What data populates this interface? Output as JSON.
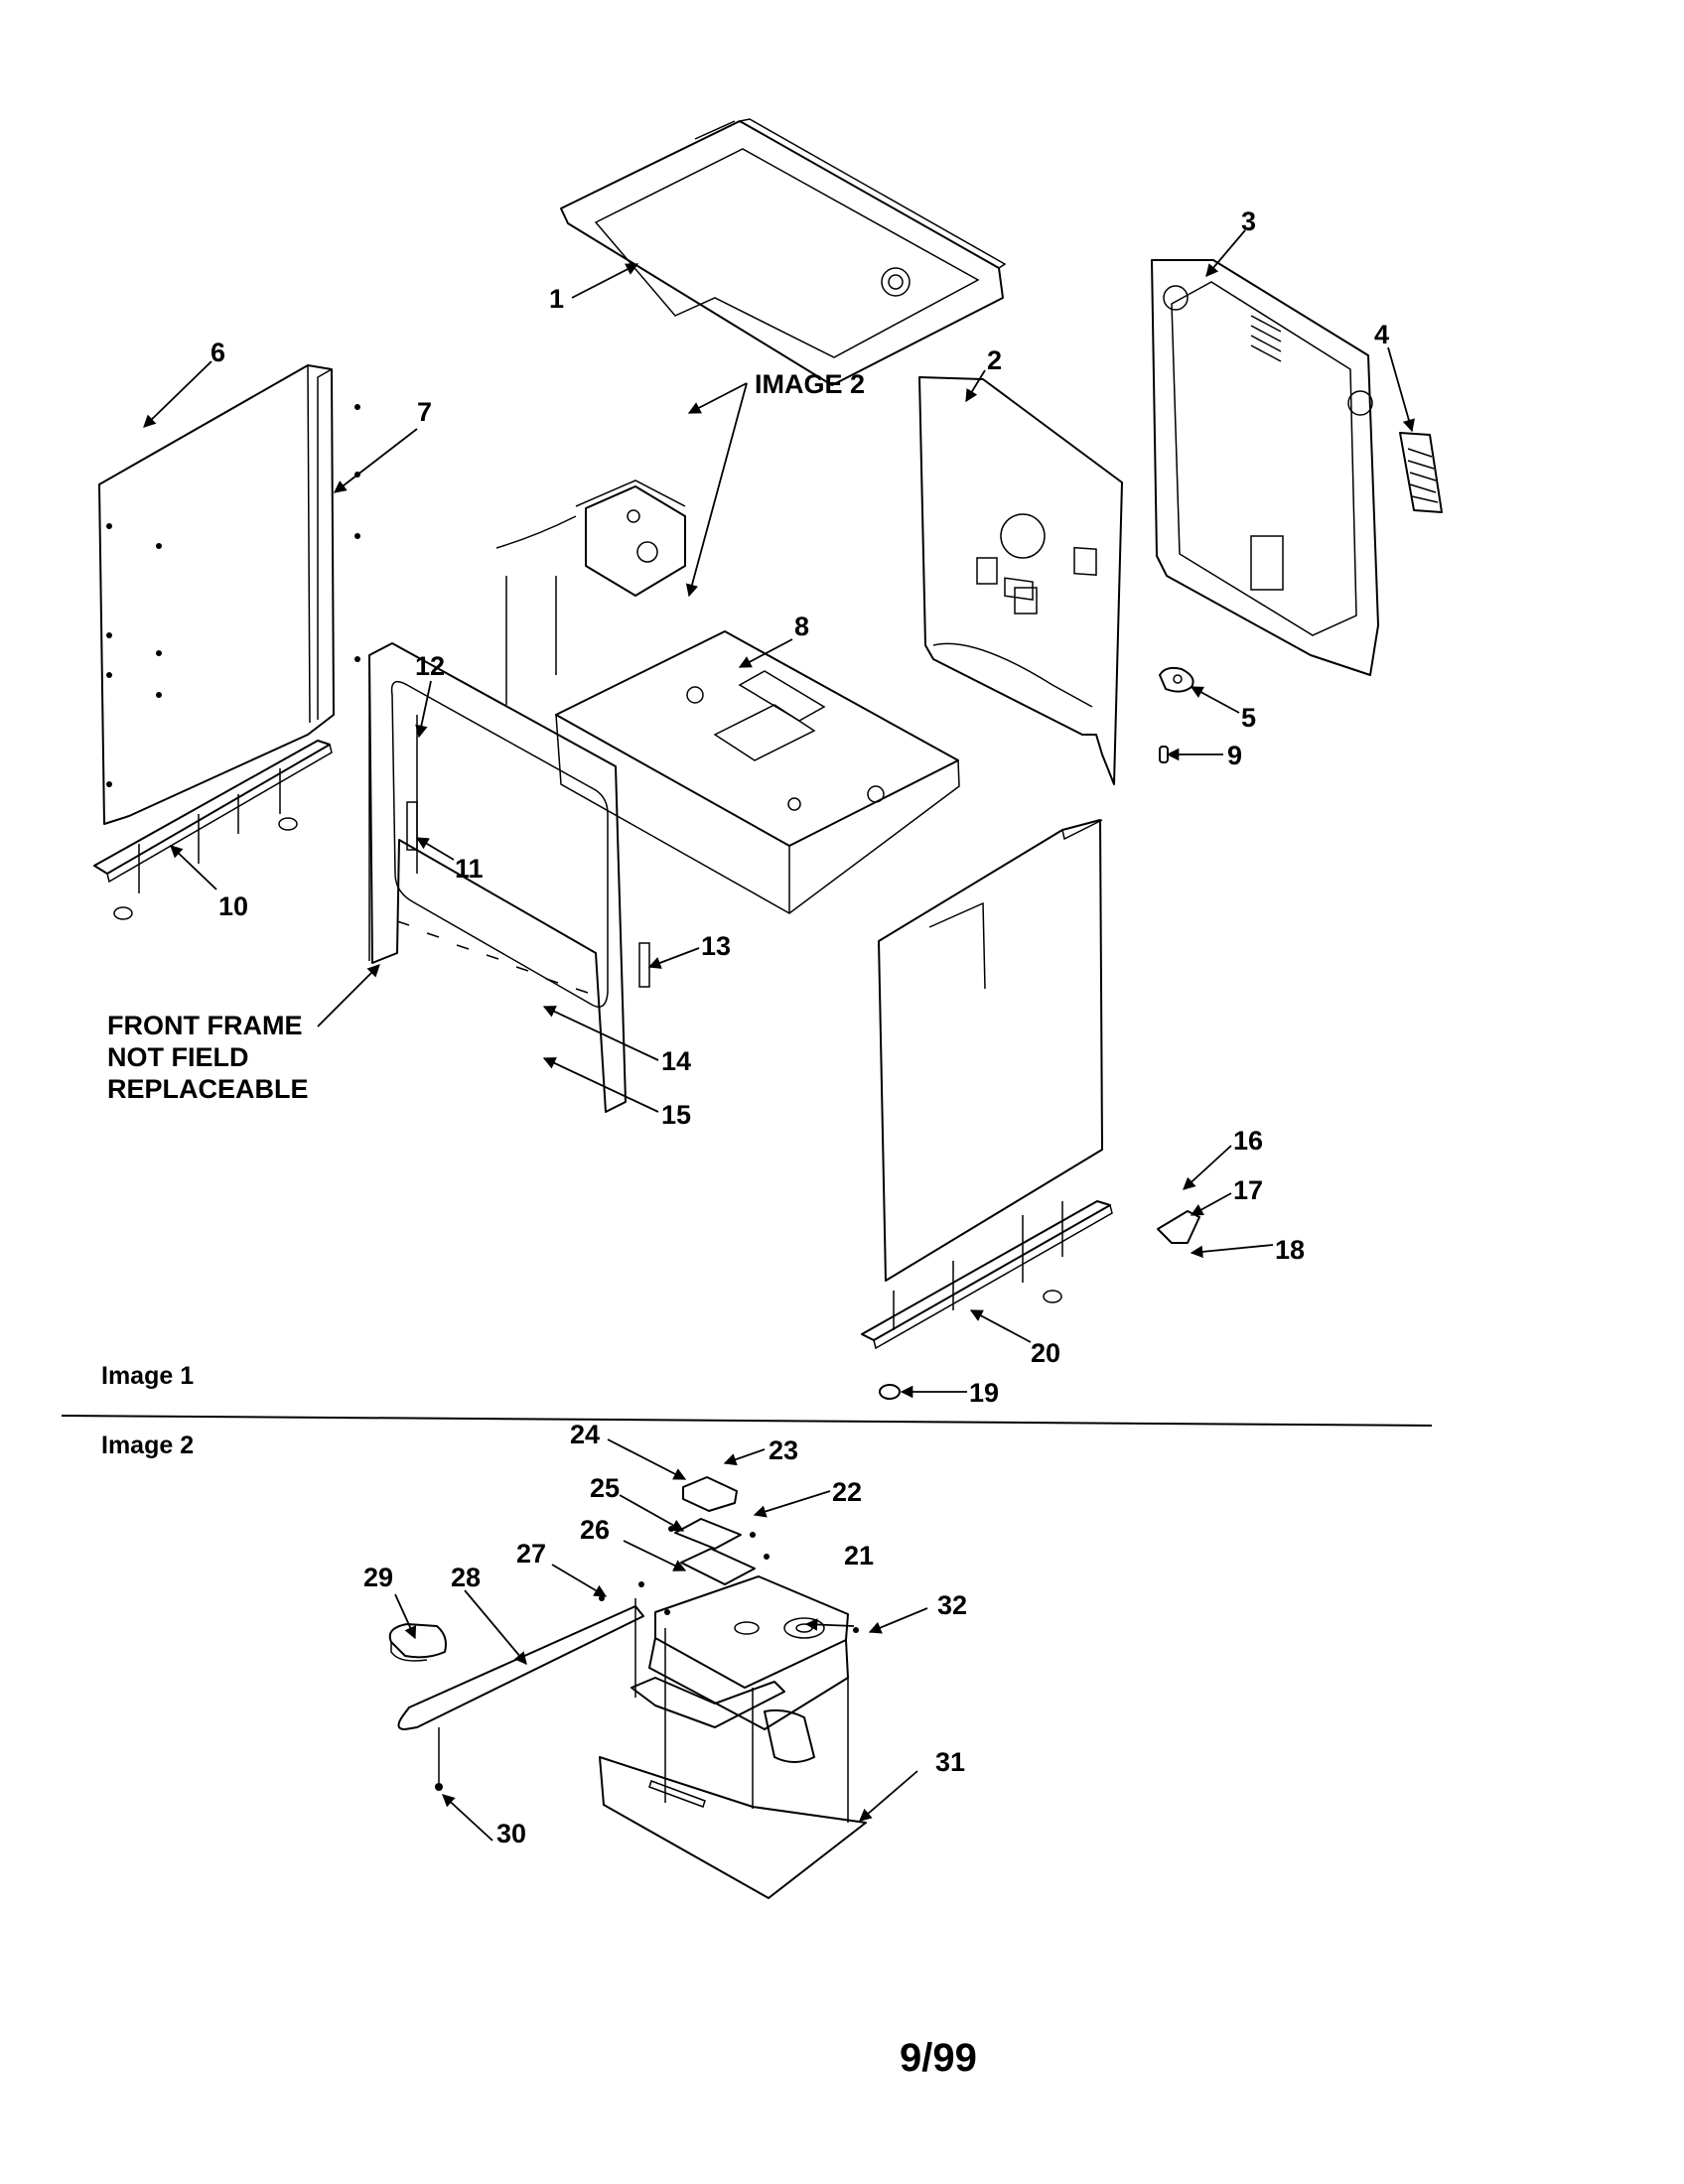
{
  "callouts": [
    "1",
    "2",
    "3",
    "4",
    "5",
    "6",
    "7",
    "8",
    "9",
    "10",
    "11",
    "12",
    "13",
    "14",
    "15",
    "16",
    "17",
    "18",
    "19",
    "20",
    "21",
    "22",
    "23",
    "24",
    "25",
    "26",
    "27",
    "28",
    "29",
    "30",
    "31",
    "32"
  ],
  "image2_ref": "IMAGE 2",
  "front_frame_note": [
    "FRONT FRAME",
    "NOT FIELD",
    "REPLACEABLE"
  ],
  "section_labels": {
    "image1": "Image 1",
    "image2": "Image 2"
  },
  "footer": "9/99"
}
